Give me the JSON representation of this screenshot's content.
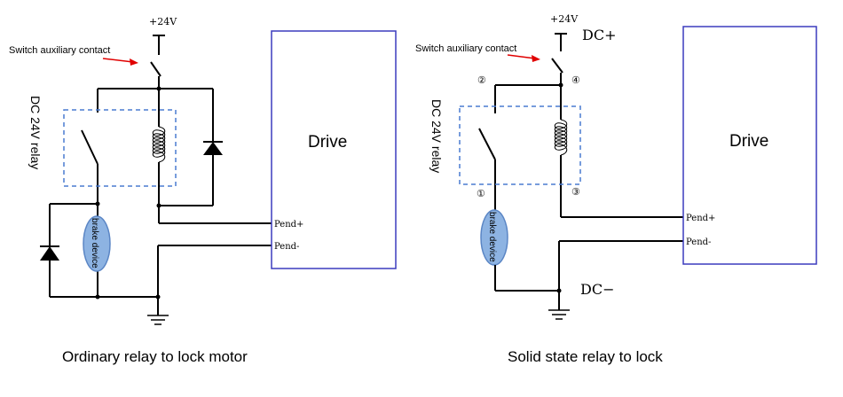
{
  "colors": {
    "wire": "#000000",
    "drive_border": "#3b3bbd",
    "relay_dash": "#4a7bd0",
    "brake_fill": "#8db3e2",
    "brake_stroke": "#5b86c5",
    "arrow": "#e00000"
  },
  "left": {
    "supply_label": "+24V",
    "switch_label": "Switch auxiliary contact",
    "relay_label": "DC 24V relay",
    "drive_label": "Drive",
    "pend_plus": "Pend+",
    "pend_minus": "Pend-",
    "brake_label": "brake device",
    "caption": "Ordinary relay to lock motor"
  },
  "right": {
    "supply_label": "+24V",
    "dc_plus": "DC+",
    "dc_minus": "DC−",
    "switch_label": "Switch auxiliary contact",
    "relay_label": "DC 24V relay",
    "drive_label": "Drive",
    "pend_plus": "Pend+",
    "pend_minus": "Pend-",
    "brake_label": "brake device",
    "pin1": "①",
    "pin2": "②",
    "pin3": "③",
    "pin4": "④",
    "caption": "Solid state relay to lock"
  }
}
